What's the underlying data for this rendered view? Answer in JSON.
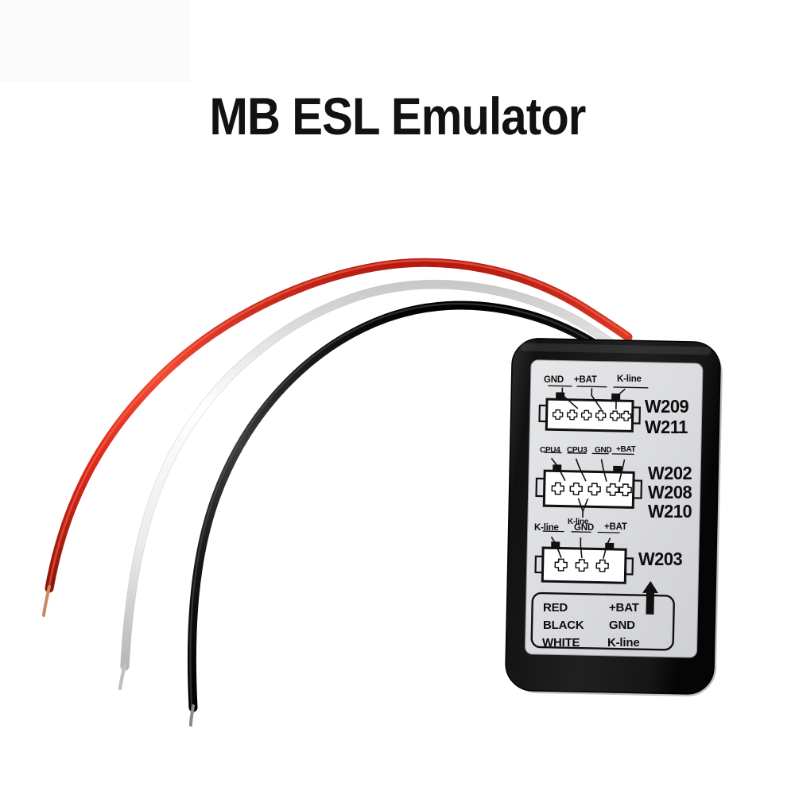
{
  "page": {
    "title": "MB ESL Emulator",
    "background_color": "#ffffff"
  },
  "device": {
    "name": "MB ESL Emulator module",
    "body_color": "#1a1a1a",
    "label_color": "#dcdde0",
    "connectors": [
      {
        "id": "connector-w209-w211",
        "codes": [
          "W209",
          "W211"
        ],
        "pin_count": 6,
        "pin_shape": "cross",
        "labels": [
          "GND",
          "+BAT",
          "K-line"
        ],
        "labels_below": []
      },
      {
        "id": "connector-w202-w208-w210",
        "codes": [
          "W202",
          "W208",
          "W210"
        ],
        "pin_count": 5,
        "pin_shape": "cross",
        "labels": [
          "CPU4",
          "CPU3",
          "GND",
          "+BAT"
        ],
        "labels_below": [
          "K-line"
        ]
      },
      {
        "id": "connector-w203",
        "codes": [
          "W203"
        ],
        "pin_count": 3,
        "pin_shape": "cross",
        "labels": [
          "K-line",
          "GND",
          "+BAT"
        ],
        "labels_below": []
      }
    ],
    "legend": {
      "name": "wire-color-legend",
      "rows": [
        {
          "color_name": "RED",
          "signal": "+BAT"
        },
        {
          "color_name": "BLACK",
          "signal": "GND"
        },
        {
          "color_name": "WHITE",
          "signal": "K-line"
        }
      ]
    },
    "arrow": {
      "name": "up-arrow-indicator",
      "direction": "up"
    }
  },
  "wires": [
    {
      "name": "red-wire",
      "color_name": "RED",
      "color": "#e03324",
      "signal": "+BAT"
    },
    {
      "name": "white-wire",
      "color_name": "WHITE",
      "color": "#f2f2f0",
      "signal": "K-line"
    },
    {
      "name": "black-wire",
      "color_name": "BLACK",
      "color": "#1b1b1b",
      "signal": "GND"
    }
  ]
}
